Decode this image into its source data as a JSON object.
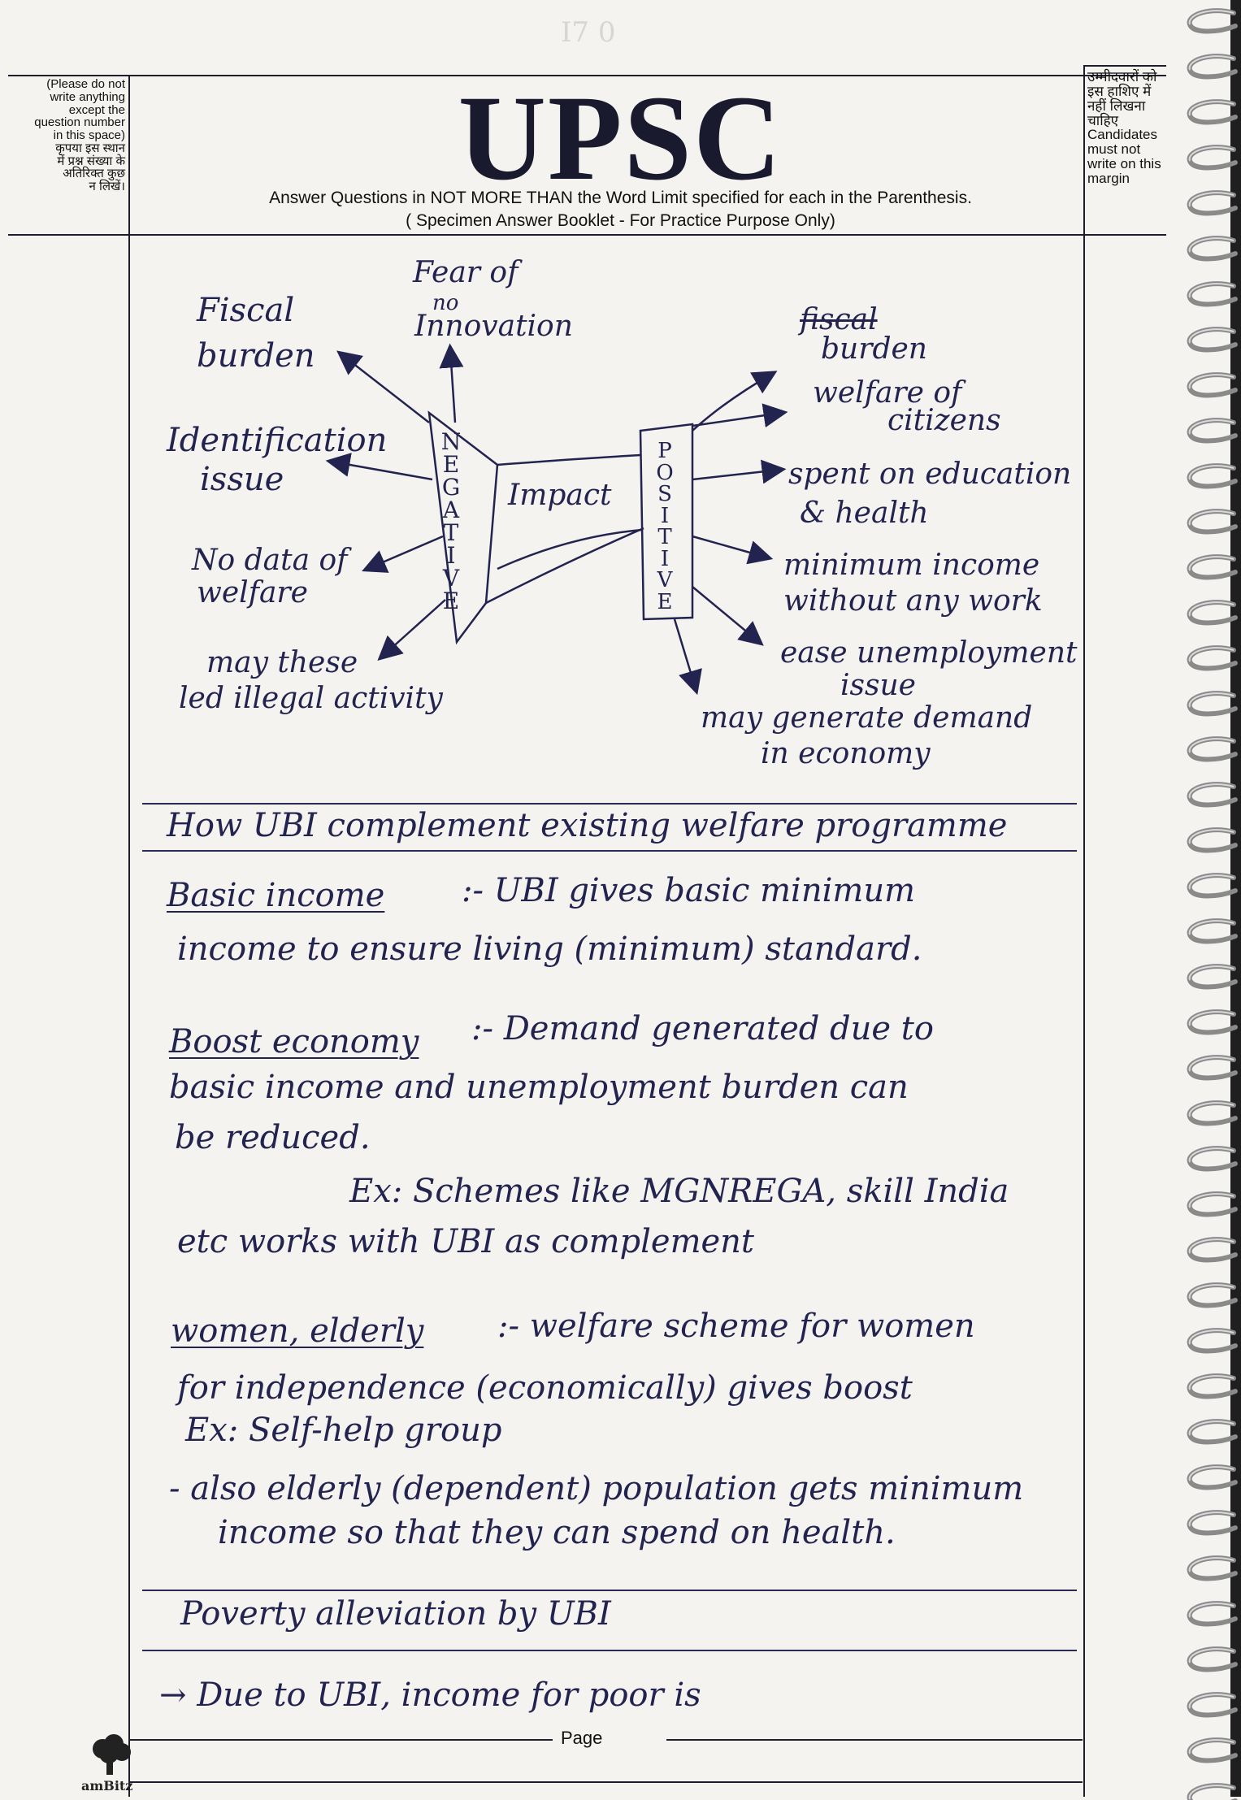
{
  "header": {
    "title": "UPSC",
    "instruction": "Answer Questions in NOT MORE THAN the Word Limit specified for each in the Parenthesis.",
    "specimen_note": "( Specimen Answer Booklet - For Practice Purpose Only)",
    "left_margin_note": [
      "(Please do not",
      "write anything",
      "except the",
      "question number",
      "in this space)",
      "कृपया इस स्थान",
      "में प्रश्न संख्या के",
      "अतिरिक्त कुछ",
      "न लिखें।"
    ],
    "right_margin_note": [
      "उम्मीदवारों को",
      "इस हाशिए में",
      "नहीं लिखना",
      "चाहिए",
      "Candidates",
      "must not",
      "write on this",
      "margin"
    ]
  },
  "diagram": {
    "center": "Impact",
    "negative_label": [
      "N",
      "E",
      "G",
      "A",
      "T",
      "I",
      "V",
      "E"
    ],
    "positive_label": [
      "P",
      "O",
      "S",
      "I",
      "T",
      "I",
      "V",
      "E"
    ],
    "negatives": {
      "fiscal_burden": [
        "Fiscal",
        "burden"
      ],
      "fear": [
        "Fear of",
        "no",
        "Innovation"
      ],
      "identification": [
        "Identification",
        "issue"
      ],
      "no_data": [
        "No data of",
        "welfare"
      ],
      "illegal": [
        "may these",
        "led illegal activity"
      ]
    },
    "positives": {
      "fiscal_struck": "fiscal",
      "fiscal_burden": "burden",
      "welfare": [
        "welfare of",
        "citizens"
      ],
      "spent": [
        "spent on education",
        "& health"
      ],
      "minimum_income": [
        "minimum income",
        "without any work"
      ],
      "unemployment": [
        "ease unemployment",
        "issue"
      ],
      "demand": [
        "may generate demand",
        "in economy"
      ]
    }
  },
  "sections": [
    {
      "heading": "How UBI complement existing welfare programme",
      "paragraphs": [
        {
          "key": "Basic income",
          "lines": [
            ":- UBI gives basic minimum",
            "income to ensure living (minimum) standard."
          ]
        },
        {
          "key": "Boost economy",
          "lines": [
            ":- Demand generated due to",
            "basic income and unemployment burden can",
            "be reduced."
          ]
        },
        {
          "example": "Ex: Schemes like MGNREGA, skill India",
          "example_cont": "etc works with UBI as complement"
        },
        {
          "key": "women, elderly",
          "lines": [
            ":- welfare scheme for women",
            "for independence (economically) gives boost",
            "Ex: Self-help group"
          ]
        },
        {
          "lines": [
            "- also elderly (dependent) population gets minimum",
            "income so that they can spend on health."
          ]
        }
      ]
    },
    {
      "heading": "Poverty alleviation by UBI",
      "paragraphs": [
        {
          "lines": [
            "→ Due to UBI, income for poor is"
          ]
        }
      ]
    }
  ],
  "footer": {
    "page_label": "Page",
    "logo_text": "amBitz"
  }
}
